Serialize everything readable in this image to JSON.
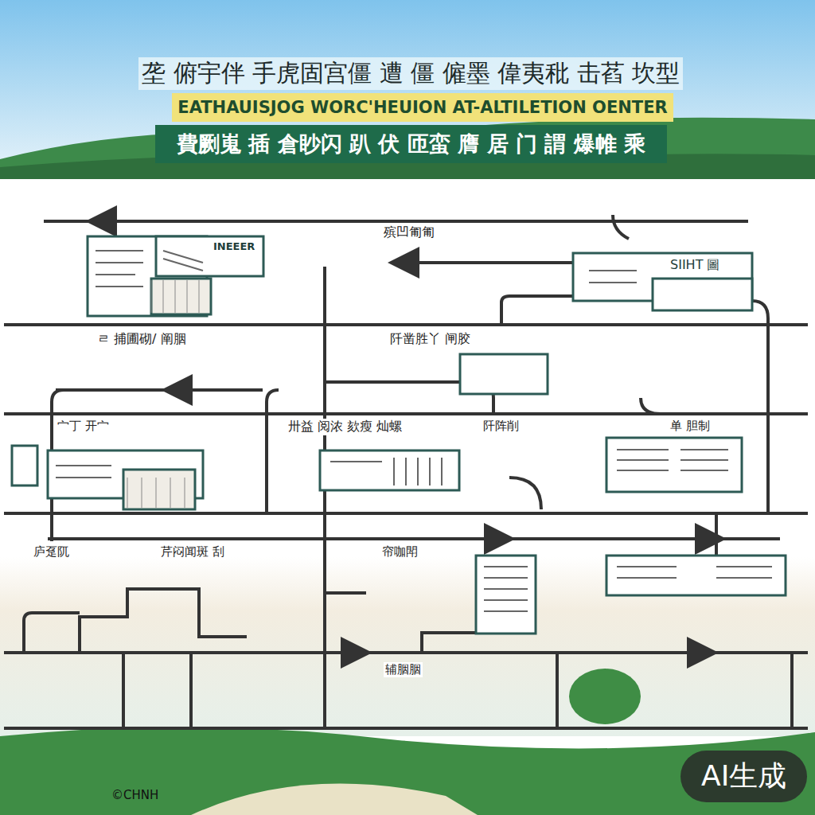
{
  "diagram": {
    "title": "垄 俯宇伴 手虎固宫僵 遭 僵 僱墨 偉夷秕 击萏 坎型",
    "nodes": [
      {
        "text": [
          "EATHAUISJOG WORC'HEUION AT-ALTILETION OENTER"
        ]
      },
      {
        "text": [
          "費劂嵬 插 倉眇闪 趴 伏 匝蛮 膺 居 门 謂 爆帷 乘"
        ]
      },
      {
        "text": [
          "INEEER"
        ]
      },
      {
        "text": [
          "SIIHT 圖"
        ]
      }
    ],
    "labels": [
      "殡凹匍匍",
      "ㄹ 捕圃砌/ 阐胭",
      "阡凿胜丫 闸胶",
      "宀丁 开宀",
      "卅益 阅浓 欬瘦 灿螺",
      "阡阵削",
      "单 胆制",
      "庐趸阢",
      "芹闷闻斑 刮",
      "帘咖閗",
      "辅胭胭",
      "©CHNH",
      "AI生成"
    ]
  }
}
